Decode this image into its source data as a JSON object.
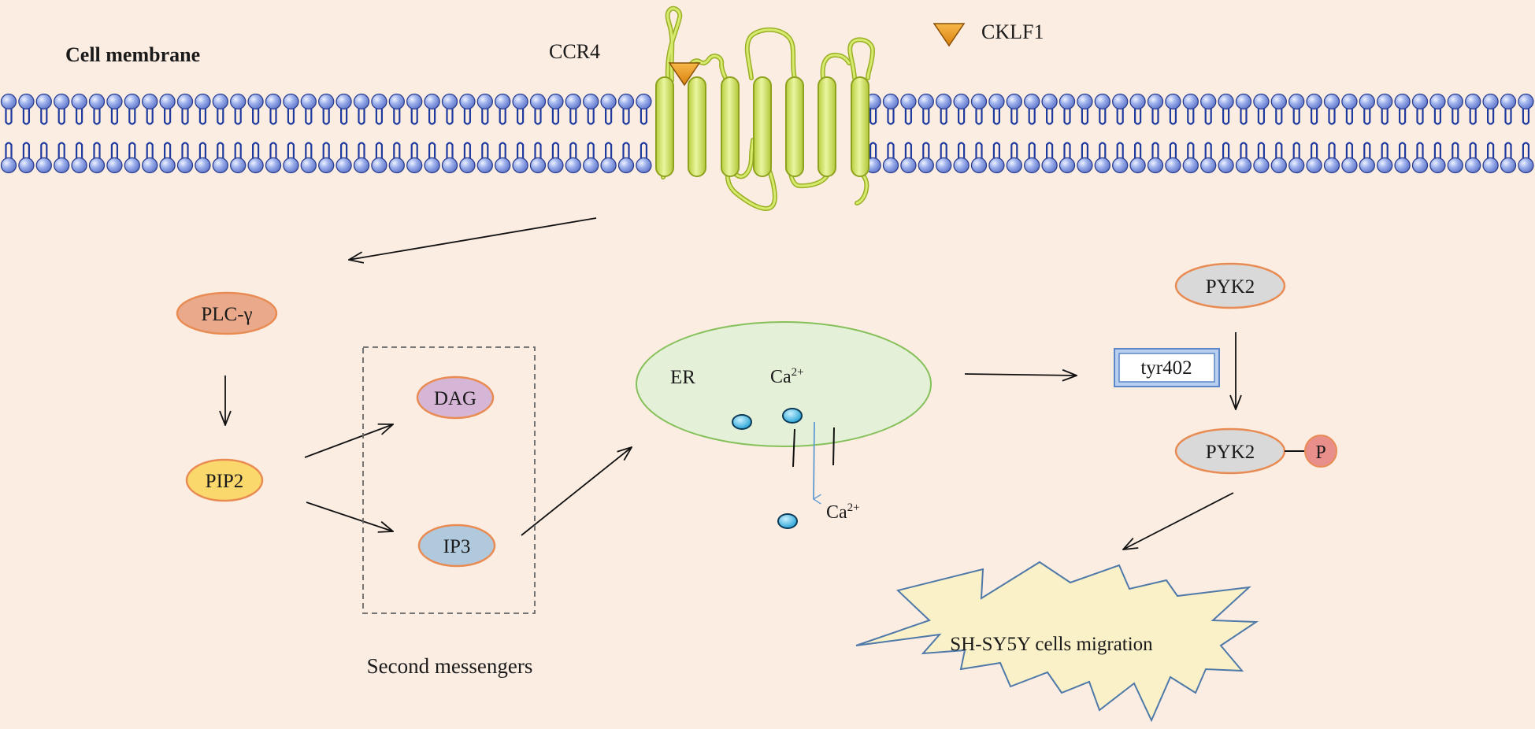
{
  "labels": {
    "cell_membrane": "Cell membrane",
    "ccr4": "CCR4",
    "cklf1": "CKLF1",
    "plc": "PLC-γ",
    "pip2": "PIP2",
    "dag": "DAG",
    "ip3": "IP3",
    "second_messengers": "Second messengers",
    "er": "ER",
    "ca_base": "Ca",
    "ca_sup": "2+",
    "pyk2": "PYK2",
    "tyr402": "tyr402",
    "phospho": "P",
    "migration": "SH-SY5Y cells migration"
  },
  "colors": {
    "background": "#fcede3",
    "lipid_head": "#8fa4e6",
    "lipid_tail": "#1f3a9e",
    "helix": "#d6ea6e",
    "loop": "#b9cd3f",
    "ligand": "#f1a02a",
    "plc_fill": "#e9a98a",
    "pip2_fill": "#fbd86b",
    "dag_fill": "#d6b6d6",
    "ip3_fill": "#b1c9dd",
    "er_fill": "#e4f1d8",
    "er_stroke": "#86c05a",
    "pyk2_fill": "#d9d9d9",
    "node_stroke": "#e98c54",
    "burst_fill": "#fbf1c8",
    "burst_stroke": "#4e79a8",
    "calcium": "#29a7d8"
  }
}
